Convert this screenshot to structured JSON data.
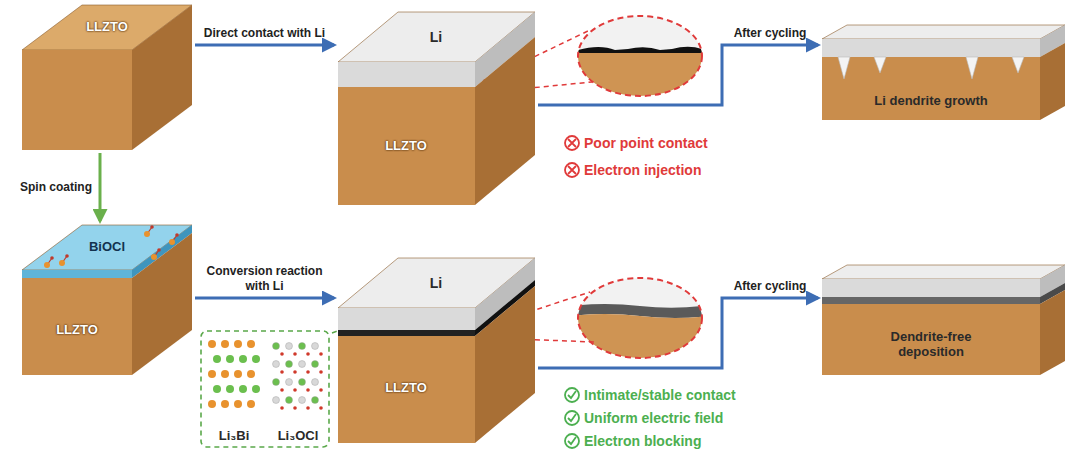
{
  "diagram": {
    "nodes": [
      {
        "text": [
          "LLZTO"
        ]
      },
      {
        "text": [
          "Li",
          "LLZTO"
        ]
      },
      {
        "text": [
          "Li dendrite growth"
        ]
      },
      {
        "text": [
          "BiOCl",
          "LLZTO"
        ]
      },
      {
        "text": [
          "Li₃Bi",
          "Li₃OCl"
        ]
      },
      {
        "text": [
          "Li",
          "LLZTO"
        ]
      },
      {
        "text": [
          "Dendrite-free deposition"
        ]
      }
    ],
    "edges": [
      {
        "from": 0,
        "to": 1,
        "label": "Direct contact with Li",
        "arrow": "to"
      },
      {
        "from": 1,
        "to": 2,
        "label": "After cycling",
        "arrow": "to"
      },
      {
        "from": 0,
        "to": 3,
        "label": "Spin coating",
        "arrow": "to"
      },
      {
        "from": 3,
        "to": 5,
        "label": "Conversion reaction with Li",
        "arrow": "to"
      },
      {
        "from": 5,
        "to": 6,
        "label": "After cycling",
        "arrow": "to"
      }
    ],
    "labels": [
      "Poor point contact",
      "Electron injection",
      "Intimate/stable contact",
      "Uniform electric field",
      "Electron blocking"
    ]
  }
}
